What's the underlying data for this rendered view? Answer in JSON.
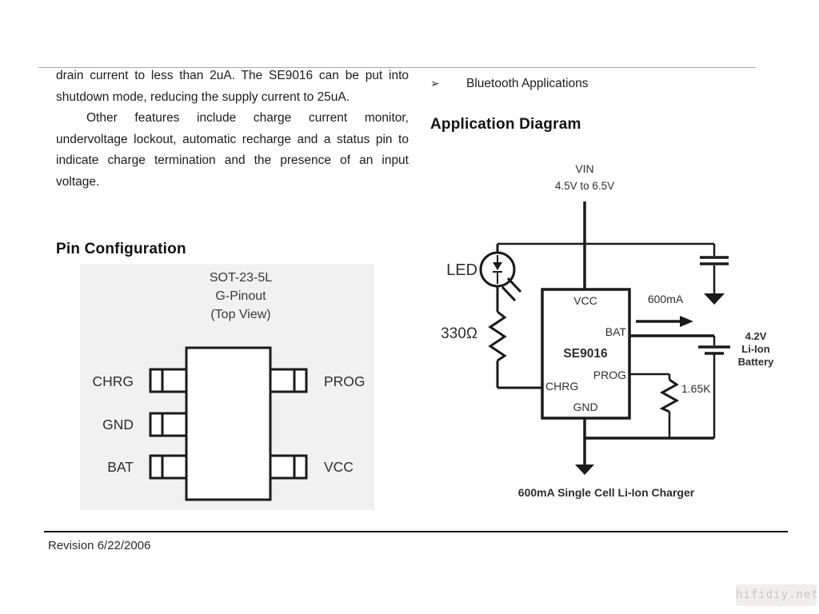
{
  "intro": {
    "paragraph1": "drain current to less than 2uA.  The SE9016 can be put into shutdown mode, reducing the supply current to 25uA.",
    "paragraph2": "Other features include charge current monitor, undervoltage lockout, automatic recharge and a status pin to indicate charge termination and the presence of an input voltage."
  },
  "features": {
    "bullet_marker": "➢",
    "bullet_label": "Bluetooth Applications"
  },
  "headings": {
    "pin_configuration": "Pin Configuration",
    "application_diagram": "Application Diagram"
  },
  "pinout": {
    "title_line1": "SOT-23-5L",
    "title_line2": "G-Pinout",
    "title_line3": "(Top View)",
    "left_pins": [
      "CHRG",
      "GND",
      "BAT"
    ],
    "right_pins": [
      "PROG",
      "VCC"
    ]
  },
  "circuit": {
    "vin_label": "VIN",
    "vin_range": "4.5V to 6.5V",
    "led_label": "LED",
    "led_resistor_value": "330Ω",
    "ic_name": "SE9016",
    "pin_vcc": "VCC",
    "pin_bat": "BAT",
    "pin_prog": "PROG",
    "pin_chrg": "CHRG",
    "pin_gnd": "GND",
    "charge_current": "600mA",
    "battery_line1": "4.2V",
    "battery_line2": "Li-Ion",
    "battery_line3": "Battery",
    "prog_resistor_value": "1.65K",
    "caption": "600mA Single Cell Li-Ion Charger"
  },
  "footer": {
    "revision": "Revision 6/22/2006",
    "watermark": "hifidiy.net"
  }
}
